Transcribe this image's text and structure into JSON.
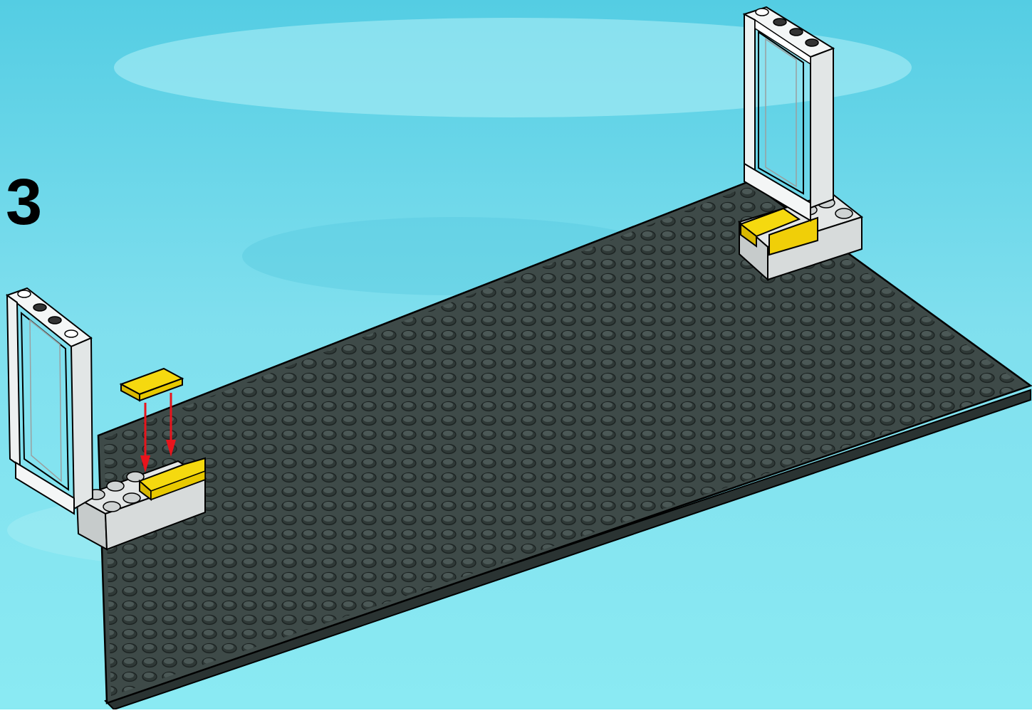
{
  "step": {
    "number": "3"
  },
  "colors": {
    "sky_top": "#5fd3e6",
    "sky_mid": "#8fe8f2",
    "sky_bottom": "#7fe6f1",
    "baseplate": "#3e4a48",
    "baseplate_stud": "#2f3a38",
    "brick_light_gray": "#dfe2e2",
    "frame_white": "#f4f6f6",
    "tile_yellow": "#f5d90f",
    "arrow_red": "#e8141c",
    "outline": "#000000"
  },
  "parts": {
    "baseplate": "dark-gray-baseplate",
    "left_window_frame": "white-window-frame",
    "right_window_frame": "white-window-frame",
    "left_brick": "light-gray-brick",
    "right_brick": "light-gray-brick",
    "left_hinge_tile": "yellow-hinge-plate",
    "right_hinge_tile": "yellow-hinge-plate",
    "loose_tile": "yellow-tile-1x2"
  },
  "instruction": {
    "arrow_count": 2
  }
}
